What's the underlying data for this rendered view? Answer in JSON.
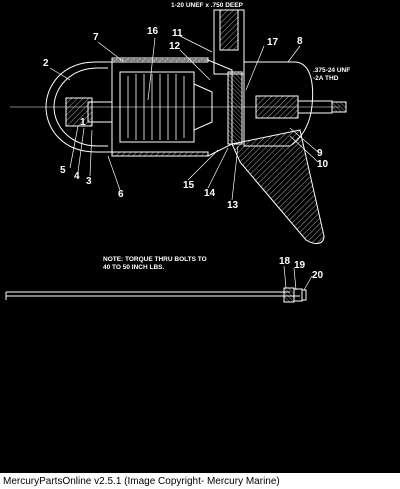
{
  "diagram": {
    "colors": {
      "background": "#000000",
      "lines": "#ffffff",
      "hatch": "#cfcfcf"
    },
    "callouts": [
      {
        "id": "c1",
        "text": "1"
      },
      {
        "id": "c2",
        "text": "2"
      },
      {
        "id": "c3",
        "text": "3"
      },
      {
        "id": "c4",
        "text": "4"
      },
      {
        "id": "c5",
        "text": "5"
      },
      {
        "id": "c6",
        "text": "6"
      },
      {
        "id": "c7",
        "text": "7"
      },
      {
        "id": "c8",
        "text": "8"
      },
      {
        "id": "c9",
        "text": "9"
      },
      {
        "id": "c10",
        "text": "10"
      },
      {
        "id": "c11",
        "text": "11"
      },
      {
        "id": "c12",
        "text": "12"
      },
      {
        "id": "c13",
        "text": "13"
      },
      {
        "id": "c14",
        "text": "14"
      },
      {
        "id": "c15",
        "text": "15"
      },
      {
        "id": "c16",
        "text": "16"
      },
      {
        "id": "c17",
        "text": "17"
      },
      {
        "id": "c18",
        "text": "18"
      },
      {
        "id": "c19",
        "text": "19"
      },
      {
        "id": "c20",
        "text": "20"
      }
    ],
    "notes": {
      "top_thread": "1-20 UNEF x .750 DEEP",
      "shaft_thread_line1": ".375-24 UNF",
      "shaft_thread_line2": "-2A THD",
      "torque_line1": "NOTE: TORQUE THRU BOLTS TO",
      "torque_line2": "40 TO 50 INCH LBS."
    }
  },
  "footer": {
    "caption": "MercuryPartsOnline v2.5.1 (Image Copyright- Mercury Marine)"
  }
}
